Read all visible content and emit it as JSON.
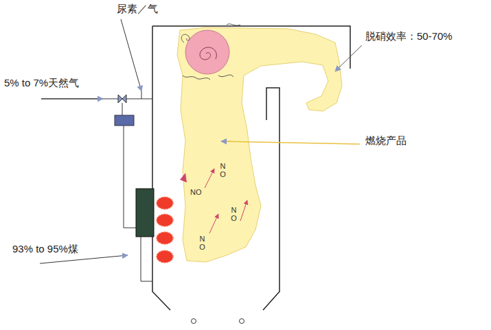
{
  "diagram": {
    "labels": [
      "尿素／气",
      "5% to 7%天然气",
      "脱硝效率：50-70%",
      "燃烧产品",
      "93% to 95%煤",
      "NO",
      "NO",
      "NO",
      "NO"
    ]
  }
}
